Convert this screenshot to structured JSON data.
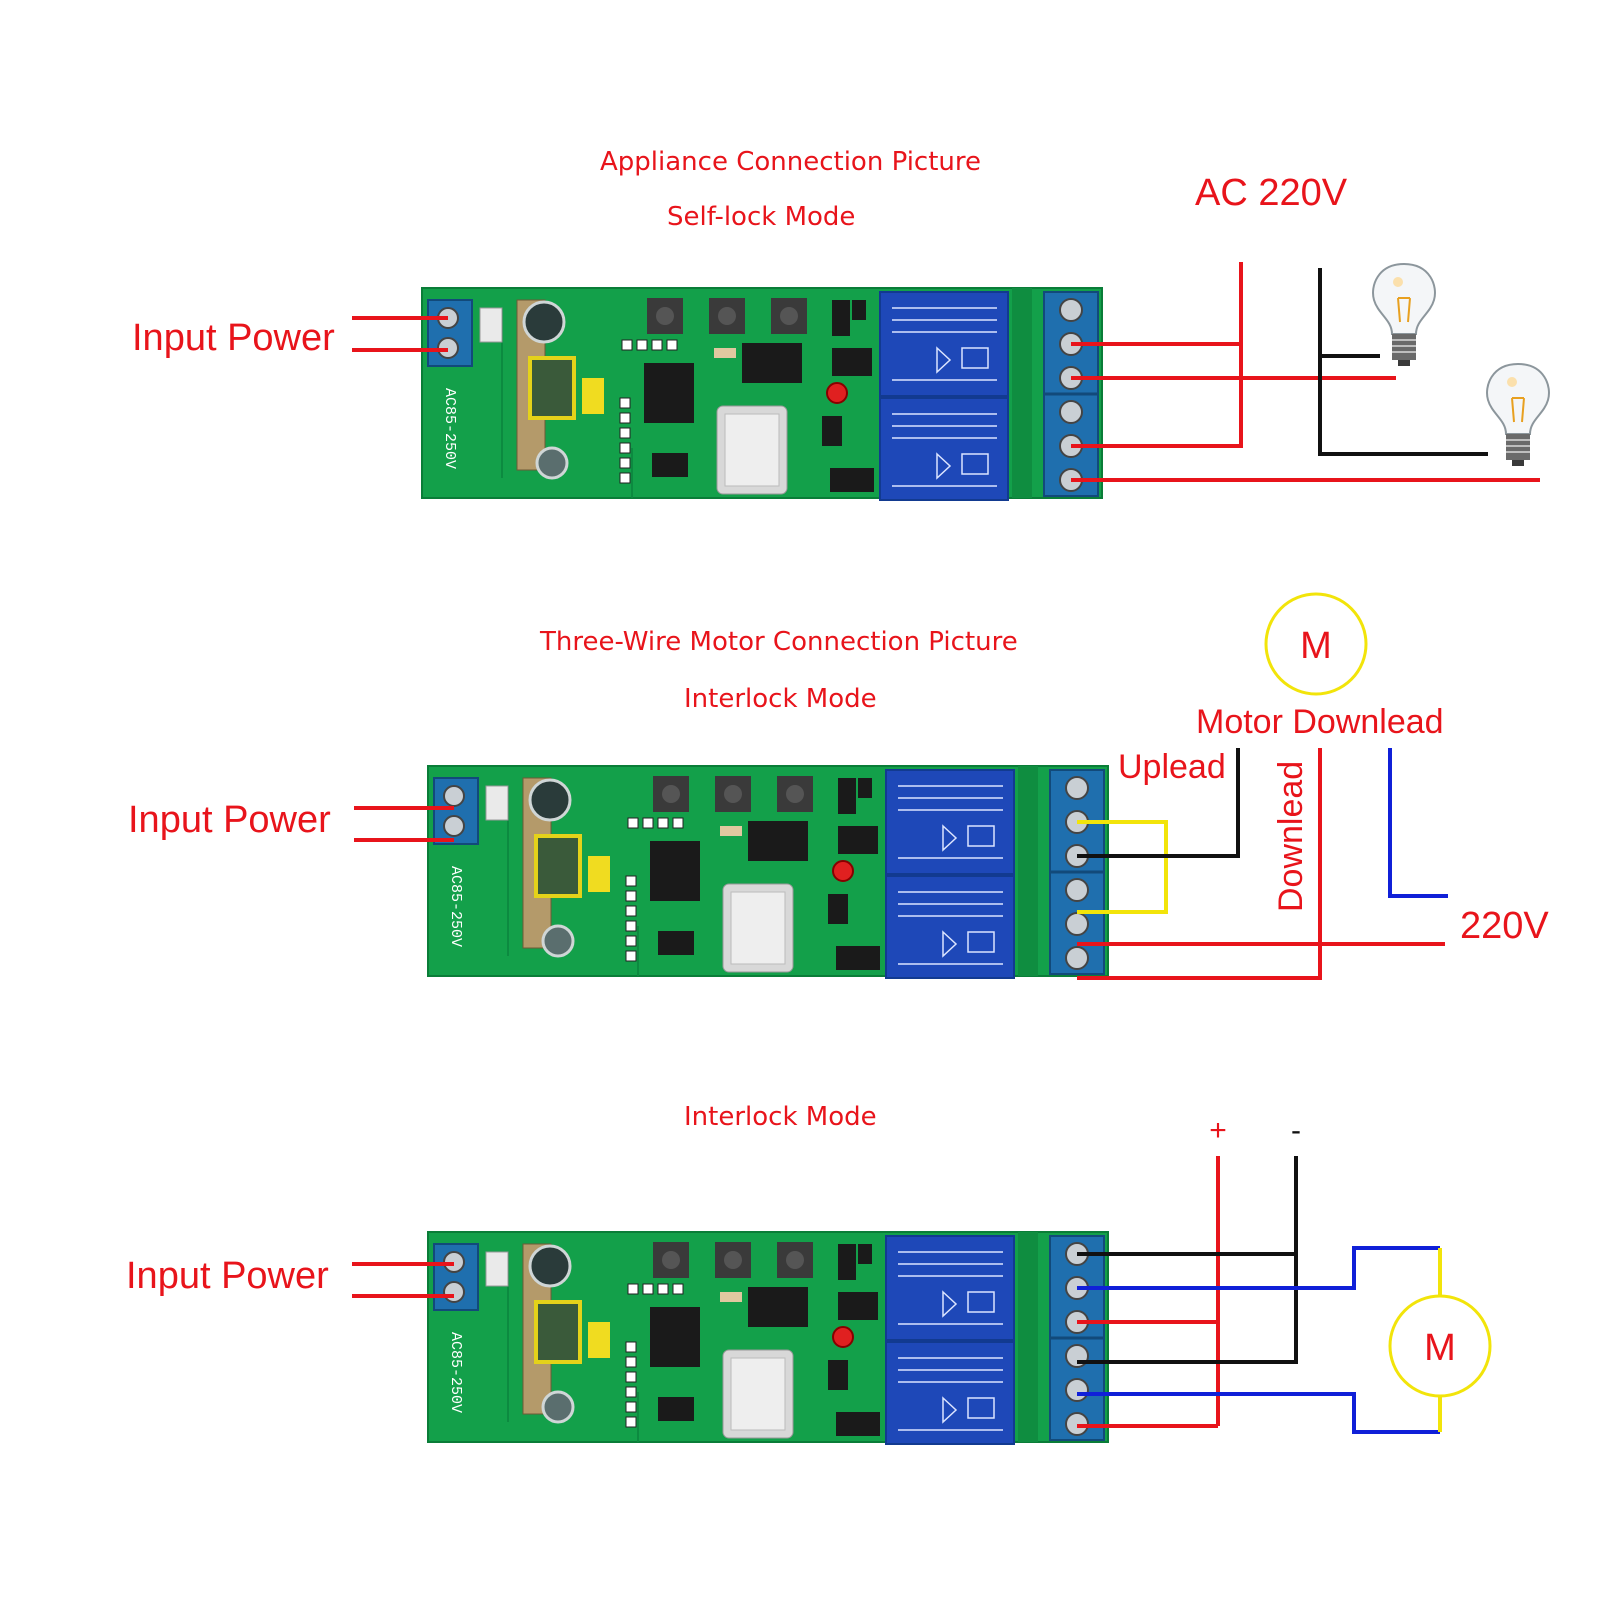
{
  "colors": {
    "wire_red": "#e8141b",
    "wire_black": "#111111",
    "wire_blue": "#1020d8",
    "wire_yellow": "#f2e40a",
    "pcb_green": "#13a04a",
    "relay_blue": "#1e48b8",
    "terminal_blue": "#1f6fae",
    "label_red": "#e8141b"
  },
  "icons": [
    "light-bulb-icon",
    "motor-icon",
    "relay-board-icon",
    "terminal-block-icon"
  ],
  "panels": [
    {
      "title": "Appliance Connection Picture",
      "mode": "Self-lock Mode",
      "input_power": "Input Power",
      "board_label": "AC85-250V",
      "supply": "AC 220V"
    },
    {
      "title": "Three-Wire Motor Connection Picture",
      "mode": "Interlock Mode",
      "input_power": "Input Power",
      "board_label": "AC85-250V",
      "motor": "M",
      "motor_downlead": "Motor Downlead",
      "uplead": "Uplead",
      "downlead": "Downlead",
      "supply": "220V"
    },
    {
      "mode": "Interlock Mode",
      "input_power": "Input Power",
      "board_label": "AC85-250V",
      "plus": "+",
      "minus": "-",
      "motor": "M"
    }
  ]
}
